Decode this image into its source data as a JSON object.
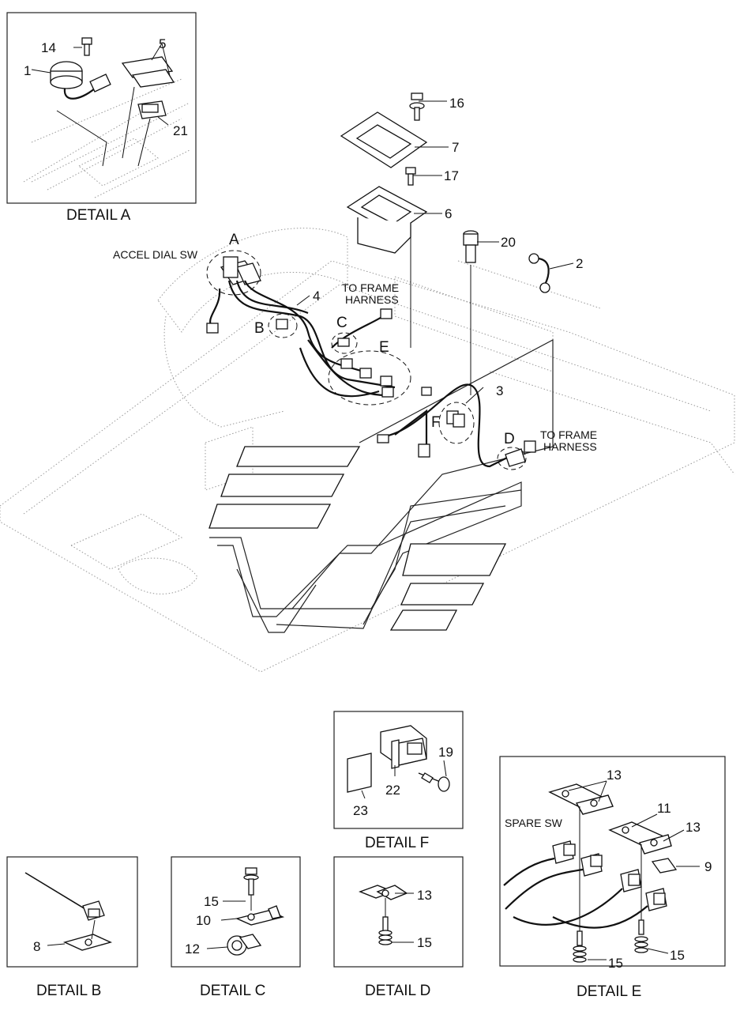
{
  "details": {
    "a": "DETAIL A",
    "b": "DETAIL B",
    "c": "DETAIL C",
    "d": "DETAIL D",
    "e": "DETAIL E",
    "f": "DETAIL F"
  },
  "notes": {
    "accel_dial_sw": "ACCEL DIAL SW",
    "to_frame_1": "TO FRAME",
    "harness_1": "HARNESS",
    "to_frame_2": "TO FRAME",
    "harness_2": "HARNESS",
    "spare_sw": "SPARE SW"
  },
  "callouts": {
    "a": "A",
    "b": "B",
    "c": "C",
    "d": "D",
    "e": "E",
    "f": "F"
  },
  "parts": {
    "p1": "1",
    "p2": "2",
    "p3": "3",
    "p4": "4",
    "p5": "5",
    "p6": "6",
    "p7": "7",
    "p8": "8",
    "p9": "9",
    "p10": "10",
    "p11": "11",
    "p12": "12",
    "p13a": "13",
    "p13b": "13",
    "p13c": "13",
    "p14": "14",
    "p15a": "15",
    "p15b": "15",
    "p15c": "15",
    "p15d": "15",
    "p16": "16",
    "p17": "17",
    "p19": "19",
    "p20": "20",
    "p21": "21",
    "p22": "22",
    "p23": "23"
  }
}
